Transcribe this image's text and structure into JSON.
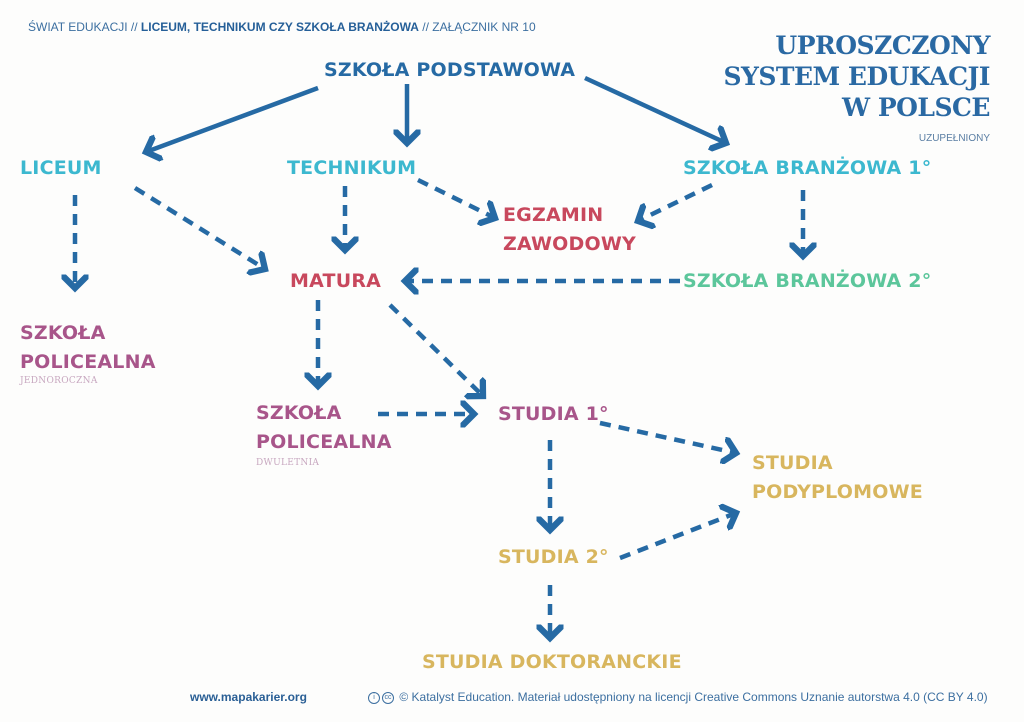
{
  "header": {
    "part1": "ŚWIAT EDUKACJI //",
    "part2": "LICEUM, TECHNIKUM CZY SZKOŁA BRANŻOWA",
    "part3": "// ZAŁĄCZNIK NR 10"
  },
  "title": {
    "line1": "UPROSZCZONY",
    "line2": "SYSTEM EDUKACJI",
    "line3": "W POLSCE",
    "subtitle": "UZUPEŁNIONY"
  },
  "nodes": {
    "podstawowa": "SZKOŁA PODSTAWOWA",
    "liceum": "LICEUM",
    "technikum": "TECHNIKUM",
    "branzowa1": "SZKOŁA BRANŻOWA 1°",
    "egzamin1": "EGZAMIN",
    "egzamin2": "ZAWODOWY",
    "matura": "MATURA",
    "branzowa2": "SZKOŁA BRANŻOWA 2°",
    "policealna1_l1": "SZKOŁA",
    "policealna1_l2": "POLICEALNA",
    "policealna1_note": "JEDNOROCZNA",
    "policealna2_l1": "SZKOŁA",
    "policealna2_l2": "POLICEALNA",
    "policealna2_note": "DWULETNIA",
    "studia1": "STUDIA 1°",
    "podyplomowe1": "STUDIA",
    "podyplomowe2": "PODYPLOMOWE",
    "studia2": "STUDIA 2°",
    "doktoranckie": "STUDIA DOKTORANCKIE"
  },
  "colors": {
    "blue": "#266aa4",
    "cyan": "#3cb8cf",
    "red": "#c8485d",
    "green": "#5cc69b",
    "purple": "#a8558a",
    "yellow": "#d8b65e"
  },
  "footer": {
    "url": "www.mapakarier.org",
    "cc_icons": [
      "cc-by-icon",
      "cc-icon"
    ],
    "license": "© Katalyst Education. Materiał udostępniony na licencji Creative Commons Uznanie autorstwa 4.0 (CC BY 4.0)"
  }
}
